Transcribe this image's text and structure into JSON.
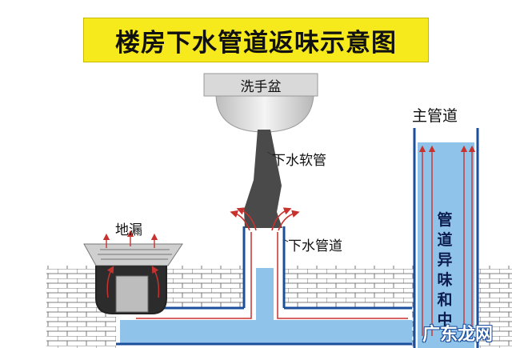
{
  "title": "楼房下水管道返味示意图",
  "labels": {
    "basin": "洗手盆",
    "soft_pipe": "下水软管",
    "floor_drain": "地漏",
    "drain_pipe": "下水管道",
    "main_pipe": "主管道",
    "main_pipe_vertical": "管道异味和中"
  },
  "watermark": "广东龙网",
  "colors": {
    "title_bg": "#f7ea1c",
    "pipe_border": "#1b4f9c",
    "water": "#8fc3ea",
    "odor_arrow": "#c8322e"
  }
}
